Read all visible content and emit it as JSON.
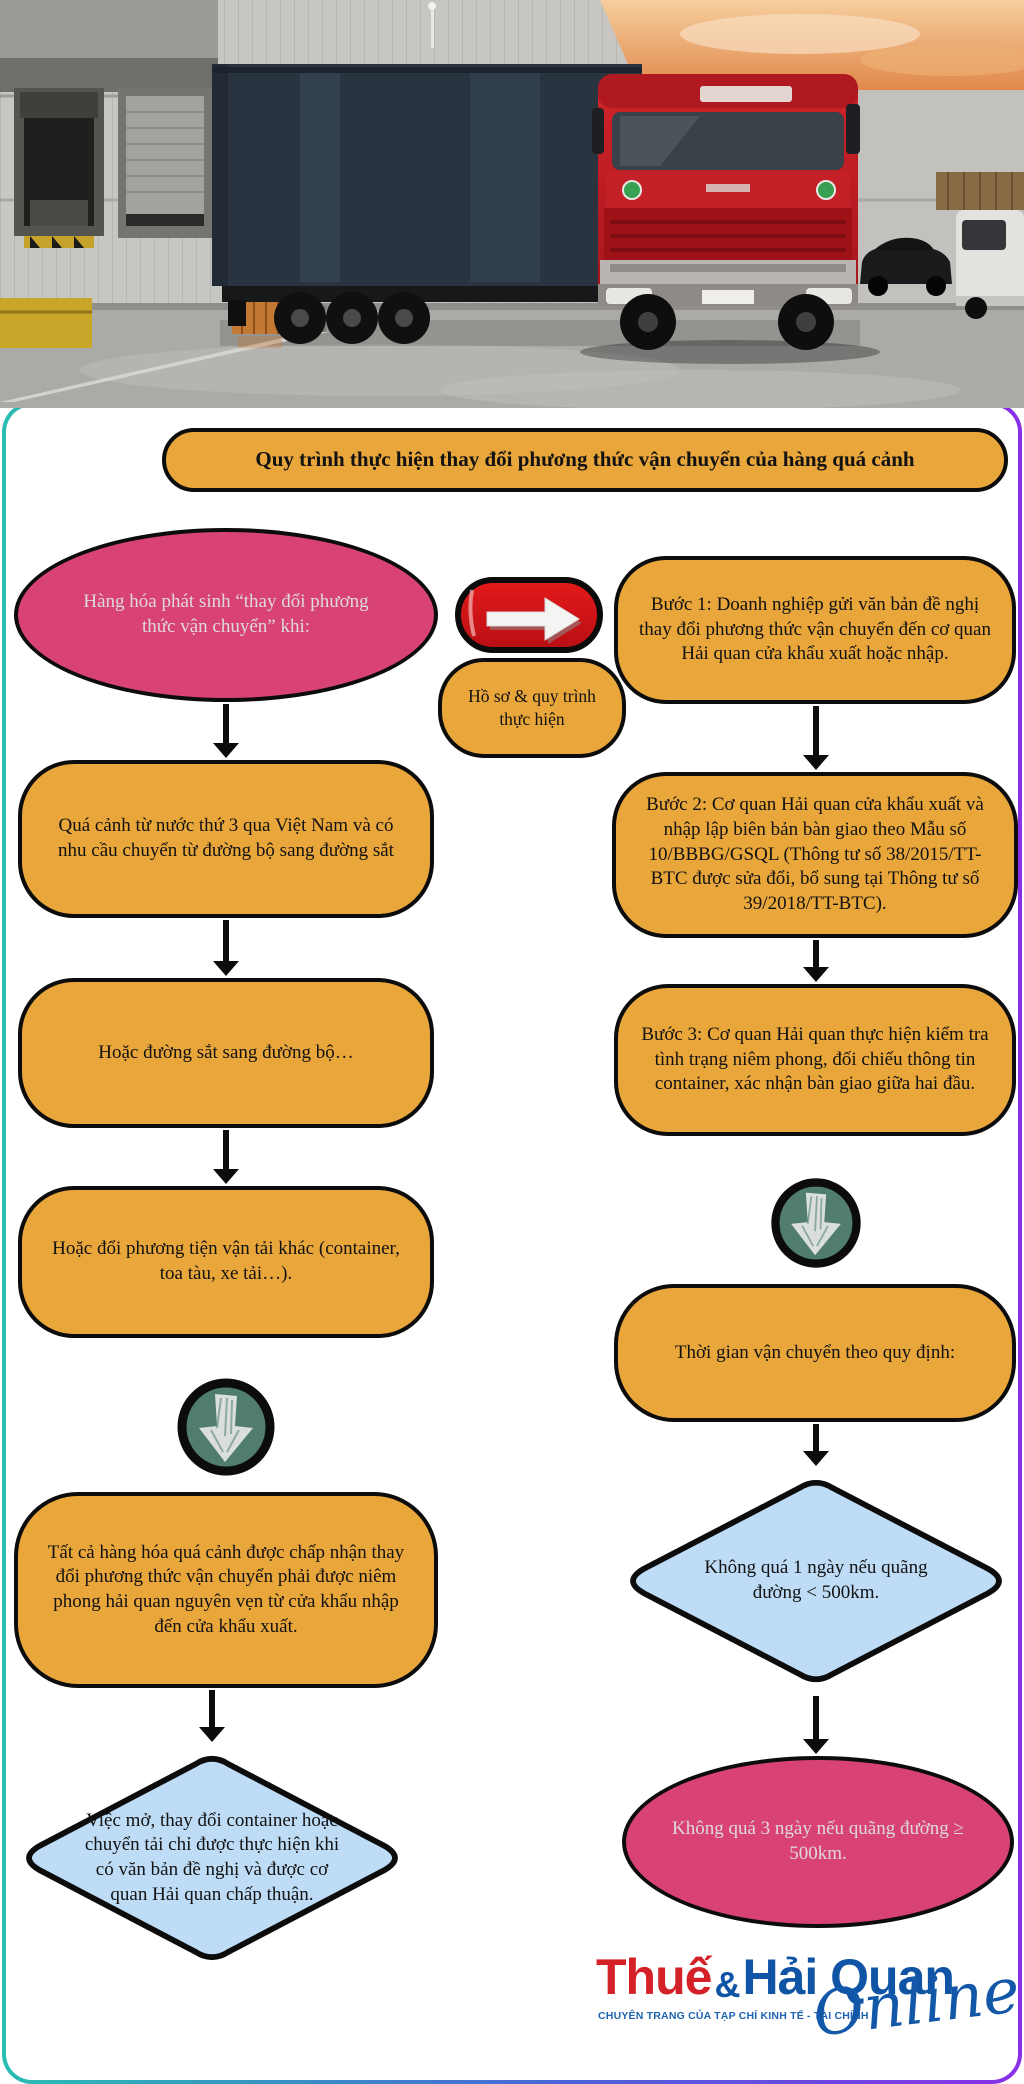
{
  "title": "Quy trình thực hiện thay đổi phương thức vận chuyển của hàng quá cảnh",
  "hub": {
    "arrow_icon": "red-right-arrow-icon",
    "label": "Hồ sơ & quy trình thực hiện"
  },
  "left_column": {
    "nodes": [
      {
        "shape": "ellipse-pink",
        "text": "Hàng hóa phát sinh “thay đổi phương thức vận chuyển” khi:"
      },
      {
        "shape": "rounded-gold",
        "text": "Quá cảnh từ nước thứ 3 qua Việt Nam và có nhu cầu chuyển từ đường bộ sang đường sắt"
      },
      {
        "shape": "rounded-gold",
        "text": "Hoặc đường sắt sang đường bộ…"
      },
      {
        "shape": "rounded-gold",
        "text": "Hoặc đổi phương tiện vận tải khác (container, toa tàu, xe tải…)."
      },
      {
        "shape": "chalk-arrow-icon",
        "text": ""
      },
      {
        "shape": "rounded-gold",
        "text": "Tất cả hàng hóa quá cảnh được chấp nhận thay đổi phương thức vận chuyển phải được niêm phong hải quan nguyên vẹn từ cửa khẩu nhập đến cửa khẩu xuất."
      },
      {
        "shape": "diamond-blue",
        "text": "Việc mở, thay đổi container hoặc chuyển tải chỉ được thực hiện khi có văn bản đề nghị và được cơ quan Hải quan chấp thuận."
      }
    ]
  },
  "right_column": {
    "nodes": [
      {
        "shape": "rounded-gold",
        "text": "Bước 1: Doanh nghiệp gửi văn bản đề nghị thay đổi phương thức vận chuyển đến cơ quan Hải quan cửa khẩu xuất hoặc nhập."
      },
      {
        "shape": "rounded-gold",
        "text": "Bước 2: Cơ quan Hải quan cửa khẩu xuất và nhập lập biên bản bàn giao theo Mẫu số 10/BBBG/GSQL (Thông tư số 38/2015/TT-BTC được sửa đổi, bổ sung tại Thông tư số 39/2018/TT-BTC)."
      },
      {
        "shape": "rounded-gold",
        "text": "Bước 3: Cơ quan Hải quan thực hiện kiểm tra tình trạng niêm phong, đối chiếu thông tin container, xác nhận bàn giao giữa hai đầu."
      },
      {
        "shape": "chalk-arrow-icon",
        "text": ""
      },
      {
        "shape": "rounded-gold",
        "text": "Thời gian vận chuyển theo quy định:"
      },
      {
        "shape": "diamond-blue",
        "text": "Không quá 1 ngày nếu quãng đường < 500km."
      },
      {
        "shape": "ellipse-pink",
        "text": "Không quá 3 ngày nếu quãng đường ≥ 500km."
      }
    ]
  },
  "logo": {
    "word1": "Thuế",
    "amp": "&",
    "word2": "Hải Quan",
    "tagline": "CHUYÊN TRANG CỦA TẠP CHÍ KINH TẾ - TÀI CHÍNH",
    "script": "Online"
  },
  "colors": {
    "gold": "#E9A63B",
    "pink": "#D84374",
    "light_blue": "#BEDCF5",
    "outline_black": "#0C0C0C",
    "icon_teal": "#517D6F",
    "arrow_red": "#D6131C",
    "logo_red": "#D42127",
    "logo_blue": "#1055A5",
    "frame_gradient_left": "#2ABDB2",
    "frame_gradient_right": "#8A30E8"
  }
}
